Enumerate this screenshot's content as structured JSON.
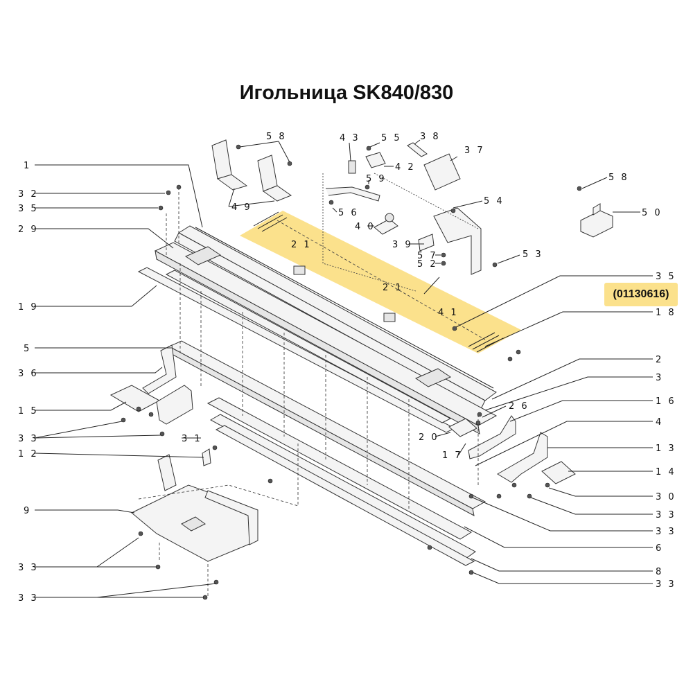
{
  "title": "Игольница SK840/830",
  "part_code": "(01130616)",
  "highlight_color": "#fbe18c",
  "callouts": [
    {
      "id": "1",
      "text": "1"
    },
    {
      "id": "32",
      "text": "3 2"
    },
    {
      "id": "35a",
      "text": "3 5"
    },
    {
      "id": "29",
      "text": "2 9"
    },
    {
      "id": "19",
      "text": "1 9"
    },
    {
      "id": "5",
      "text": "5"
    },
    {
      "id": "36",
      "text": "3 6"
    },
    {
      "id": "15",
      "text": "1 5"
    },
    {
      "id": "33a",
      "text": "3 3"
    },
    {
      "id": "31",
      "text": "3 1"
    },
    {
      "id": "12",
      "text": "1 2"
    },
    {
      "id": "9",
      "text": "9"
    },
    {
      "id": "33b",
      "text": "3 3"
    },
    {
      "id": "33c",
      "text": "3 3"
    },
    {
      "id": "58a",
      "text": "5 8"
    },
    {
      "id": "49",
      "text": "4 9"
    },
    {
      "id": "43",
      "text": "4 3"
    },
    {
      "id": "55",
      "text": "5 5"
    },
    {
      "id": "42",
      "text": "4 2"
    },
    {
      "id": "59",
      "text": "5 9"
    },
    {
      "id": "56",
      "text": "5 6"
    },
    {
      "id": "38",
      "text": "3 8"
    },
    {
      "id": "37",
      "text": "3 7"
    },
    {
      "id": "40",
      "text": "4 0"
    },
    {
      "id": "39",
      "text": "3 9"
    },
    {
      "id": "54",
      "text": "5 4"
    },
    {
      "id": "57",
      "text": "5 7"
    },
    {
      "id": "52",
      "text": "5 2"
    },
    {
      "id": "53",
      "text": "5 3"
    },
    {
      "id": "58b",
      "text": "5 8"
    },
    {
      "id": "50",
      "text": "5 0"
    },
    {
      "id": "21a",
      "text": "2 1"
    },
    {
      "id": "21b",
      "text": "2 1"
    },
    {
      "id": "41",
      "text": "4 1"
    },
    {
      "id": "35b",
      "text": "3 5"
    },
    {
      "id": "18",
      "text": "1 8"
    },
    {
      "id": "2",
      "text": "2"
    },
    {
      "id": "3",
      "text": "3"
    },
    {
      "id": "26",
      "text": "2 6"
    },
    {
      "id": "16",
      "text": "1 6"
    },
    {
      "id": "4",
      "text": "4"
    },
    {
      "id": "20",
      "text": "2 0"
    },
    {
      "id": "17",
      "text": "1 7"
    },
    {
      "id": "13",
      "text": "1 3"
    },
    {
      "id": "14",
      "text": "1 4"
    },
    {
      "id": "30",
      "text": "3 0"
    },
    {
      "id": "33d",
      "text": "3 3"
    },
    {
      "id": "33e",
      "text": "3 3"
    },
    {
      "id": "6",
      "text": "6"
    },
    {
      "id": "8",
      "text": "8"
    },
    {
      "id": "33f",
      "text": "3 3"
    }
  ]
}
